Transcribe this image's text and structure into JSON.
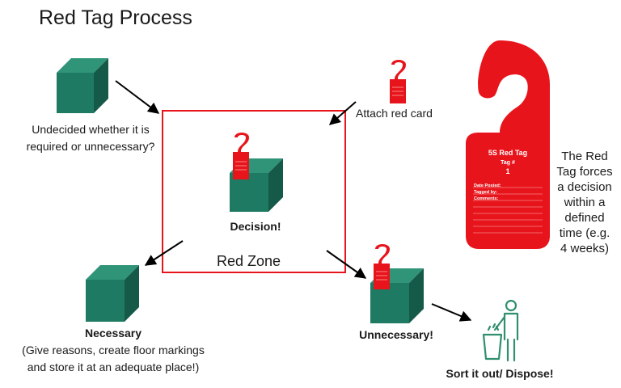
{
  "title": "Red Tag Process",
  "undecided": {
    "line1": "Undecided whether it is",
    "line2": "required or unnecessary?"
  },
  "attach_label": "Attach red card",
  "decision_label": "Decision!",
  "red_zone_label": "Red Zone",
  "necessary": {
    "title": "Necessary",
    "line1": "(Give reasons, create floor markings",
    "line2": "and store it at an adequate place!)"
  },
  "unnecessary_label": "Unnecessary!",
  "dispose_label": "Sort it out/ Dispose!",
  "big_tag": {
    "heading": "5S Red Tag",
    "tag_no_label": "Tag #",
    "tag_no": "1",
    "field1": "Date Posted:",
    "field2": "Tagged by:",
    "field3": "Comments:"
  },
  "side_note": [
    "The Red",
    "Tag forces",
    "a decision",
    "within a",
    "defined",
    "time (e.g.",
    "4 weeks)"
  ],
  "colors": {
    "red": "#e8141b",
    "cube_front": "#1e7a62",
    "cube_top": "#2f9478",
    "cube_side": "#155a48",
    "person": "#2f8f6f"
  },
  "icons": [
    "cube-icon",
    "red-tag-icon",
    "person-trash-icon",
    "arrow-icon"
  ]
}
